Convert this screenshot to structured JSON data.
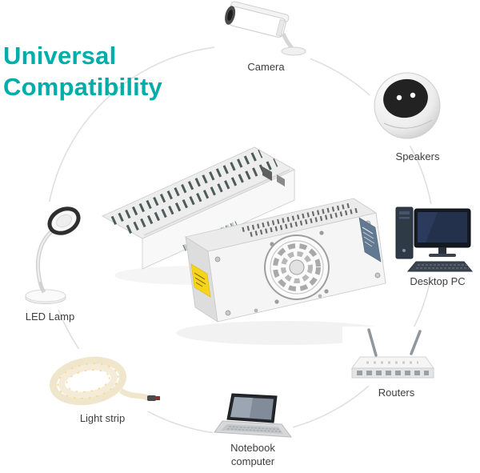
{
  "title": {
    "line1": "Universal",
    "line2": "Compatibility"
  },
  "colors": {
    "accent": "#00ada8",
    "label_text": "#3d3d3d",
    "circle_line": "#dedede",
    "vent_slots": "#4d5b59",
    "warning_sticker": "#f6d41c"
  },
  "devices": {
    "camera": {
      "label": "Camera"
    },
    "speakers": {
      "label": "Speakers"
    },
    "desktop_pc": {
      "label": "Desktop PC"
    },
    "routers": {
      "label": "Routers"
    },
    "notebook": {
      "label": "Notebook computer"
    },
    "light_strip": {
      "label": "Light strip"
    },
    "led_lamp": {
      "label": "LED Lamp"
    }
  }
}
